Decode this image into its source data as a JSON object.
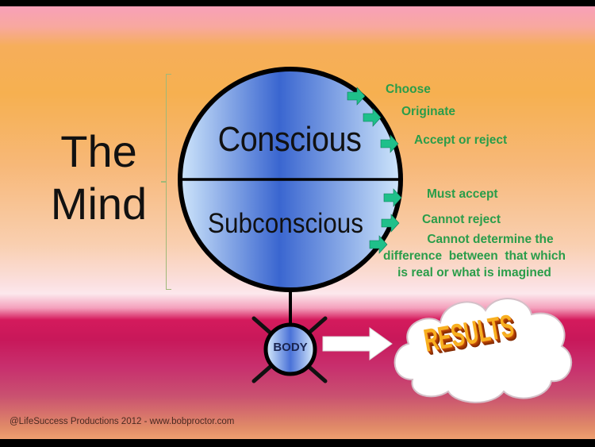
{
  "title": {
    "line1": "The",
    "line2": "Mind"
  },
  "circle": {
    "upper_label": "Conscious",
    "lower_label": "Subconscious"
  },
  "conscious_traits": [
    "Choose",
    "Originate",
    "Accept or reject"
  ],
  "subconscious_traits": [
    "Must accept",
    "Cannot reject"
  ],
  "subconscious_note": {
    "line1": "Cannot determine the",
    "line2": "difference  between  that which",
    "line3": "is real or what is imagined"
  },
  "body_label": "BODY",
  "results_label": "RESULTS",
  "footer": "@LifeSuccess Productions 2012 - www.bobproctor.com",
  "colors": {
    "trait_text": "#2a9d4a",
    "arrow_fill": "#1fc08a",
    "circle_blue": "#3a66d0",
    "circle_light": "#cfe6fb"
  },
  "icons": {
    "trait_arrow": "right-arrow-icon",
    "flow_arrow": "white-right-arrow-icon",
    "cloud": "cloud-icon"
  }
}
